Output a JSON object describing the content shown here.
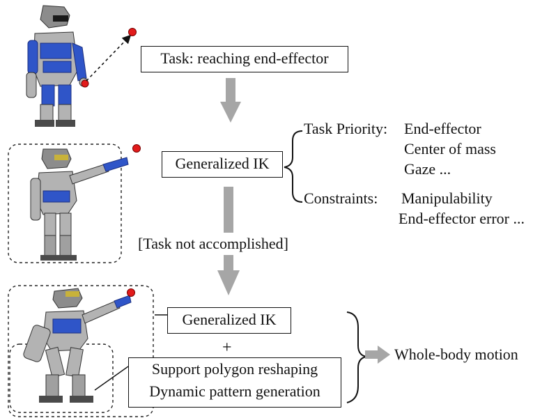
{
  "task_box": "Task: reaching end-effector",
  "ik_box_1": "Generalized IK",
  "task_priority": {
    "label": "Task Priority:",
    "items": [
      "End-effector",
      "Center of mass",
      "Gaze ..."
    ]
  },
  "constraints": {
    "label": "Constraints:",
    "items": [
      "Manipulability",
      "End-effector error ..."
    ]
  },
  "not_accomplished": "[Task not accomplished]",
  "ik_box_2": "Generalized IK",
  "plus": "+",
  "support_box": {
    "line1": "Support polygon reshaping",
    "line2": "Dynamic pattern generation"
  },
  "result": "Whole-body motion",
  "colors": {
    "arrow_gray": "#a6a6a6",
    "target_red": "#e21b1b",
    "robot_blue": "#2f55c8",
    "robot_gray": "#a9a9a9"
  }
}
